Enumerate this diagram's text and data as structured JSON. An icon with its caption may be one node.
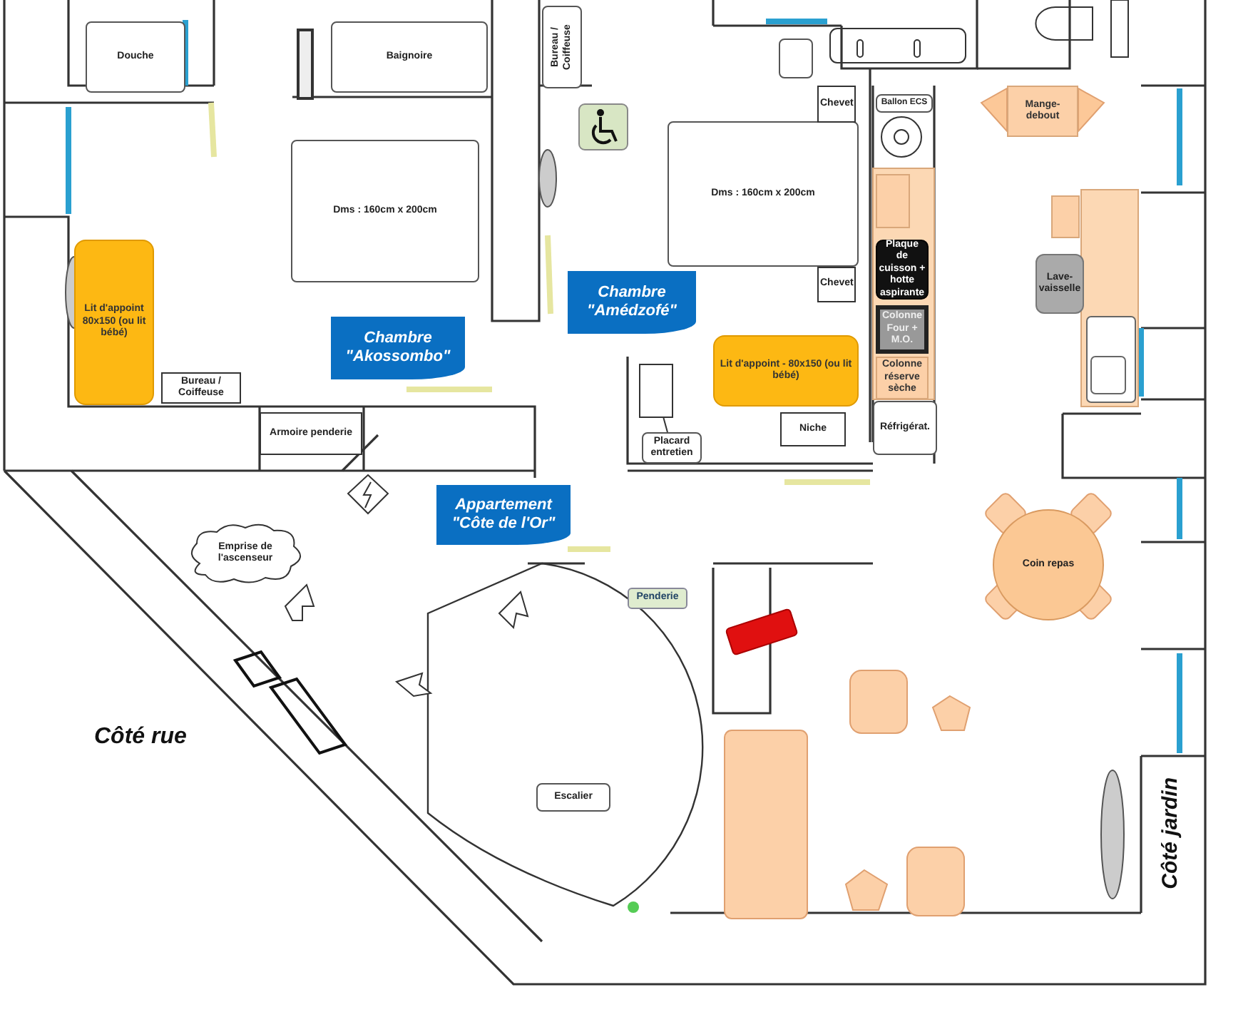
{
  "diagram": {
    "nodes": [
      {
        "text": [
          "Douche"
        ]
      },
      {
        "text": [],
        "shape": "box"
      },
      {
        "text": [
          "Baignoire"
        ]
      },
      {
        "text": [
          "Bureau / Coiffeuse"
        ]
      },
      {
        "text": [
          "Dms : 160cm x 200cm"
        ]
      },
      {
        "text": [
          "Lit d'appoint 80x150 (ou lit bébé)"
        ]
      },
      {
        "text": [
          "Bureau / Coiffeuse"
        ]
      },
      {
        "text": [
          "Armoire penderie"
        ]
      },
      {
        "text": [
          "Chambre \"Akossombo\""
        ]
      },
      {
        "text": [
          "Chambre \"Amédzofé\""
        ]
      },
      {
        "text": [
          "Dms : 160cm x 200cm"
        ]
      },
      {
        "text": [
          "Chevet"
        ]
      },
      {
        "text": [
          "Chevet"
        ]
      },
      {
        "text": [],
        "shape": "box"
      },
      {
        "text": [
          "Ballon ECS"
        ]
      },
      {
        "text": [],
        "shape": "box"
      },
      {
        "text": [
          "Plaque de cuisson + hotte aspirante"
        ]
      },
      {
        "text": [
          "Colonne Four + M.O."
        ]
      },
      {
        "text": [
          "Colonne réserve sèche"
        ]
      },
      {
        "text": [
          "Réfrigérat."
        ]
      },
      {
        "text": [
          "Lit d'appoint - 80x150 (ou lit bébé)"
        ]
      },
      {
        "text": [
          "Niche"
        ]
      },
      {
        "text": [
          "Placard entretien"
        ]
      },
      {
        "text": [],
        "shape": "box"
      },
      {
        "text": [
          "Mange-debout"
        ]
      },
      {
        "text": [],
        "shape": "box"
      },
      {
        "text": [
          "Lave-vaisselle"
        ]
      },
      {
        "text": [
          "Appartement \"Côte de l'Or\""
        ]
      },
      {
        "text": [
          "Emprise de l'ascenseur"
        ]
      },
      {
        "text": [
          "Penderie"
        ]
      },
      {
        "text": [],
        "shape": "box"
      },
      {
        "text": [
          "Coin repas"
        ]
      },
      {
        "text": [
          "Escalier"
        ]
      }
    ],
    "edges": [
      {
        "from": 22,
        "to": 23,
        "arrow": "none"
      }
    ],
    "labels": [
      "Côté rue",
      "Côté jardin"
    ]
  }
}
